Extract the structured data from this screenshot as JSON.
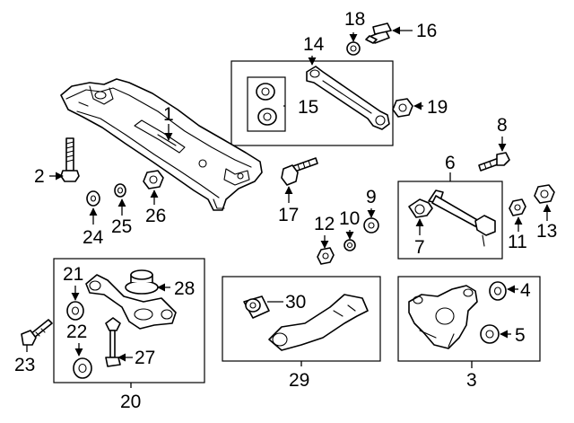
{
  "callouts": {
    "n1": "1",
    "n2": "2",
    "n3": "3",
    "n4": "4",
    "n5": "5",
    "n6": "6",
    "n7": "7",
    "n8": "8",
    "n9": "9",
    "n10": "10",
    "n11": "11",
    "n12": "12",
    "n13": "13",
    "n14": "14",
    "n15": "15",
    "n16": "16",
    "n17": "17",
    "n18": "18",
    "n19": "19",
    "n20": "20",
    "n21": "21",
    "n22": "22",
    "n23": "23",
    "n24": "24",
    "n25": "25",
    "n26": "26",
    "n27": "27",
    "n28": "28",
    "n29": "29",
    "n30": "30"
  },
  "colors": {
    "line": "#000000",
    "background": "#ffffff"
  }
}
